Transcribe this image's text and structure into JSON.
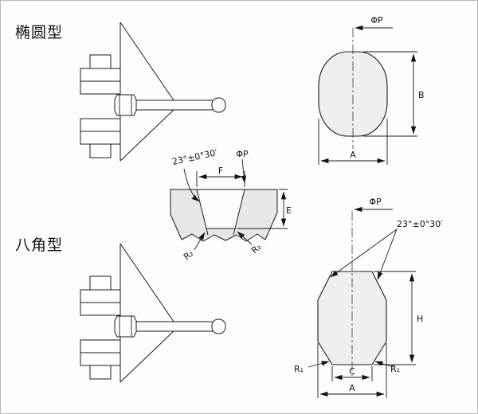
{
  "titles": {
    "elliptical": "椭圆型",
    "octagonal": "八角型"
  },
  "elliptical_view": {
    "phi_p": "ΦP",
    "b": "B",
    "a": "A"
  },
  "section_view": {
    "angle": "23°±0°30′",
    "phi_p": "ΦP",
    "f": "F",
    "e": "E",
    "r_left": "R₂",
    "r_right": "R₂"
  },
  "octagonal_view": {
    "phi_p": "ΦP",
    "angle": "23°±0°30′",
    "h": "H",
    "c": "C",
    "a": "A",
    "r_left": "R₁",
    "r_right": "R₁"
  },
  "colors": {
    "line": "#1a1a1a",
    "section_fill": "#e7e7e7",
    "face_fill": "#efefef"
  }
}
